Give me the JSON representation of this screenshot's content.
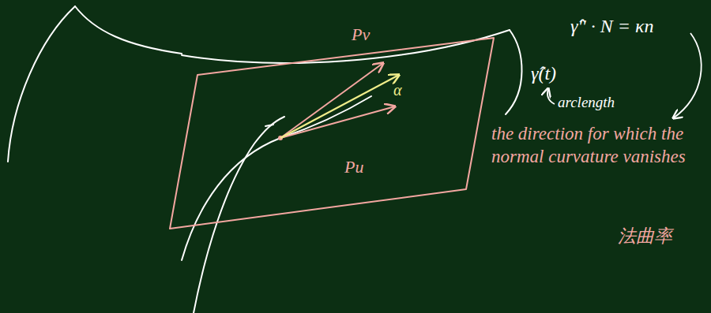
{
  "diagram": {
    "labels": [
      "Pv",
      "Pu",
      "α",
      "γ̂(t)",
      "arclength",
      "γ̂'' · N = κn",
      "the direction for which the normal curvature vanishes",
      "法曲率"
    ]
  }
}
